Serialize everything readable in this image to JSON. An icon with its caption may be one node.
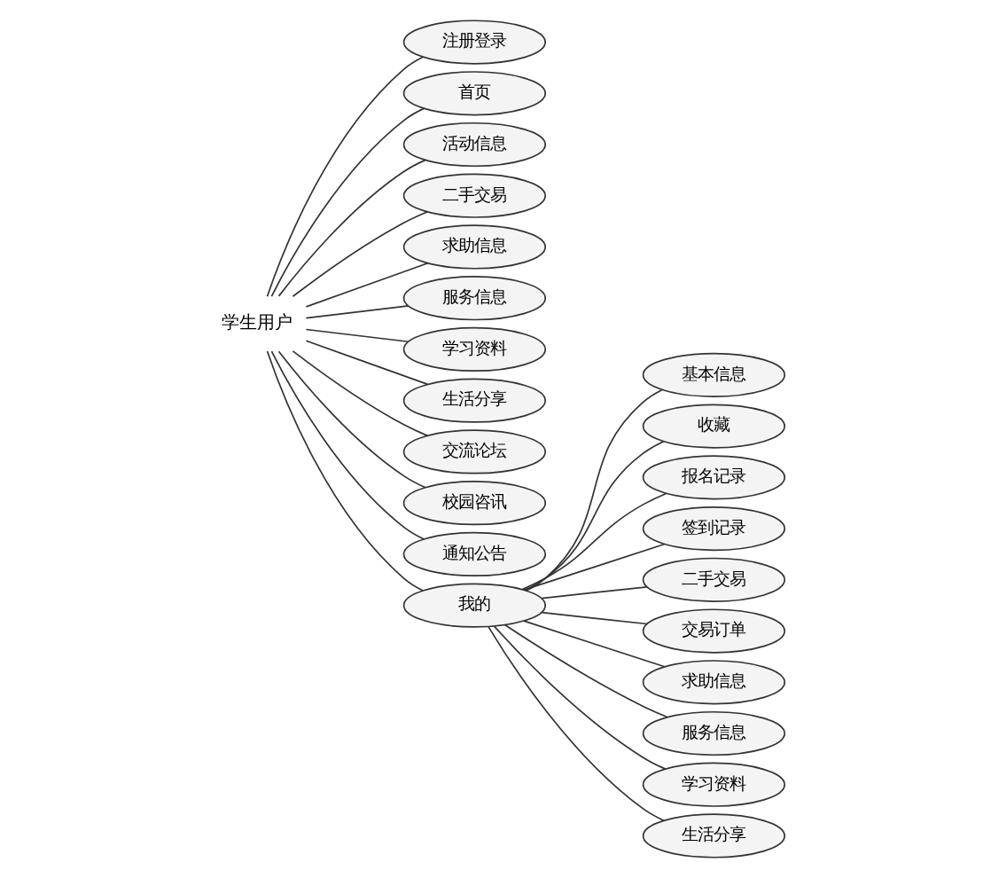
{
  "diagram": {
    "nodes": [
      {
        "text": [
          "学生用户"
        ]
      },
      {
        "text": [
          "注册登录"
        ]
      },
      {
        "text": [
          "首页"
        ]
      },
      {
        "text": [
          "活动信息"
        ]
      },
      {
        "text": [
          "二手交易"
        ]
      },
      {
        "text": [
          "求助信息"
        ]
      },
      {
        "text": [
          "服务信息"
        ]
      },
      {
        "text": [
          "学习资料"
        ]
      },
      {
        "text": [
          "生活分享"
        ]
      },
      {
        "text": [
          "交流论坛"
        ]
      },
      {
        "text": [
          "校园咨讯"
        ]
      },
      {
        "text": [
          "通知公告"
        ]
      },
      {
        "text": [
          "我的"
        ]
      },
      {
        "text": [
          "基本信息"
        ]
      },
      {
        "text": [
          "收藏"
        ]
      },
      {
        "text": [
          "报名记录"
        ]
      },
      {
        "text": [
          "签到记录"
        ]
      },
      {
        "text": [
          "二手交易"
        ]
      },
      {
        "text": [
          "交易订单"
        ]
      },
      {
        "text": [
          "求助信息"
        ]
      },
      {
        "text": [
          "服务信息"
        ]
      },
      {
        "text": [
          "学习资料"
        ]
      },
      {
        "text": [
          "生活分享"
        ]
      }
    ],
    "edges": [
      {
        "from": 0,
        "to": 1,
        "arrow": "none"
      },
      {
        "from": 0,
        "to": 2,
        "arrow": "none"
      },
      {
        "from": 0,
        "to": 3,
        "arrow": "none"
      },
      {
        "from": 0,
        "to": 4,
        "arrow": "none"
      },
      {
        "from": 0,
        "to": 5,
        "arrow": "none"
      },
      {
        "from": 0,
        "to": 6,
        "arrow": "none"
      },
      {
        "from": 0,
        "to": 7,
        "arrow": "none"
      },
      {
        "from": 0,
        "to": 8,
        "arrow": "none"
      },
      {
        "from": 0,
        "to": 9,
        "arrow": "none"
      },
      {
        "from": 0,
        "to": 10,
        "arrow": "none"
      },
      {
        "from": 0,
        "to": 11,
        "arrow": "none"
      },
      {
        "from": 0,
        "to": 12,
        "arrow": "none"
      },
      {
        "from": 12,
        "to": 13,
        "arrow": "none"
      },
      {
        "from": 12,
        "to": 14,
        "arrow": "none"
      },
      {
        "from": 12,
        "to": 15,
        "arrow": "none"
      },
      {
        "from": 12,
        "to": 16,
        "arrow": "none"
      },
      {
        "from": 12,
        "to": 17,
        "arrow": "none"
      },
      {
        "from": 12,
        "to": 18,
        "arrow": "none"
      },
      {
        "from": 12,
        "to": 19,
        "arrow": "none"
      },
      {
        "from": 12,
        "to": 20,
        "arrow": "none"
      },
      {
        "from": 12,
        "to": 21,
        "arrow": "none"
      },
      {
        "from": 12,
        "to": 22,
        "arrow": "none"
      }
    ]
  }
}
